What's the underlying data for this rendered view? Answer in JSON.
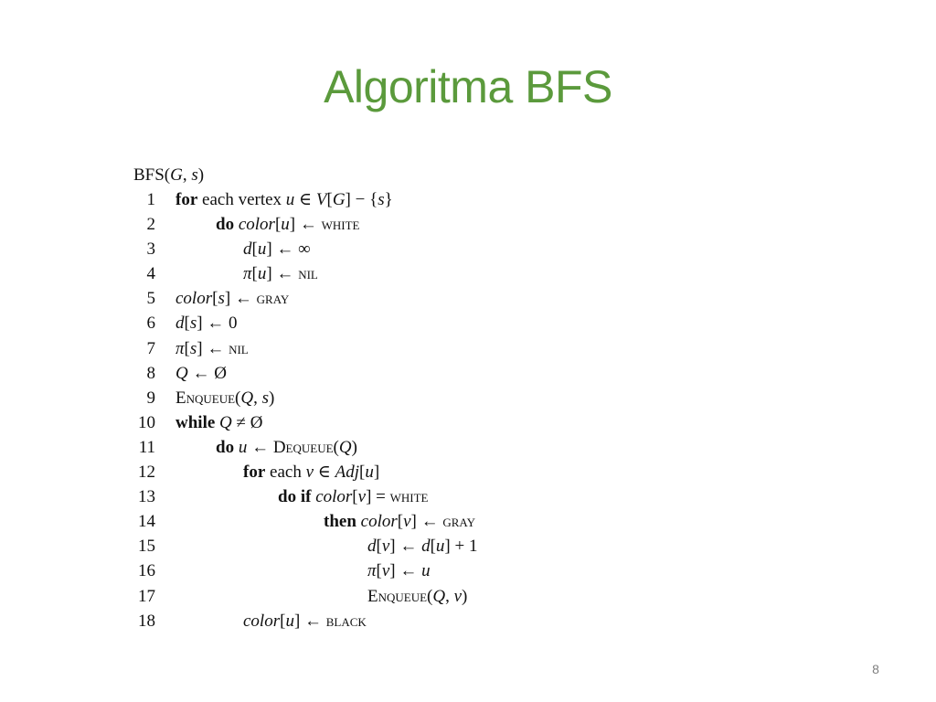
{
  "slide": {
    "title": "Algoritma BFS",
    "page_number": "8"
  },
  "algorithm": {
    "header": "BFS(G, s)",
    "lines": [
      {
        "num": "1",
        "text": "for each vertex u ∈ V[G] − {s}"
      },
      {
        "num": "2",
        "text": "do color[u] ← WHITE"
      },
      {
        "num": "3",
        "text": "d[u] ← ∞"
      },
      {
        "num": "4",
        "text": "π[u] ← NIL"
      },
      {
        "num": "5",
        "text": "color[s] ← GRAY"
      },
      {
        "num": "6",
        "text": "d[s] ← 0"
      },
      {
        "num": "7",
        "text": "π[s] ← NIL"
      },
      {
        "num": "8",
        "text": "Q ← Ø"
      },
      {
        "num": "9",
        "text": "ENQUEUE(Q, s)"
      },
      {
        "num": "10",
        "text": "while Q ≠ Ø"
      },
      {
        "num": "11",
        "text": "do u ← DEQUEUE(Q)"
      },
      {
        "num": "12",
        "text": "for each v ∈ Adj[u]"
      },
      {
        "num": "13",
        "text": "do if color[v] = WHITE"
      },
      {
        "num": "14",
        "text": "then color[v] ← GRAY"
      },
      {
        "num": "15",
        "text": "d[v] ← d[u] + 1"
      },
      {
        "num": "16",
        "text": "π[v] ← u"
      },
      {
        "num": "17",
        "text": "ENQUEUE(Q, v)"
      },
      {
        "num": "18",
        "text": "color[u] ← BLACK"
      }
    ]
  }
}
